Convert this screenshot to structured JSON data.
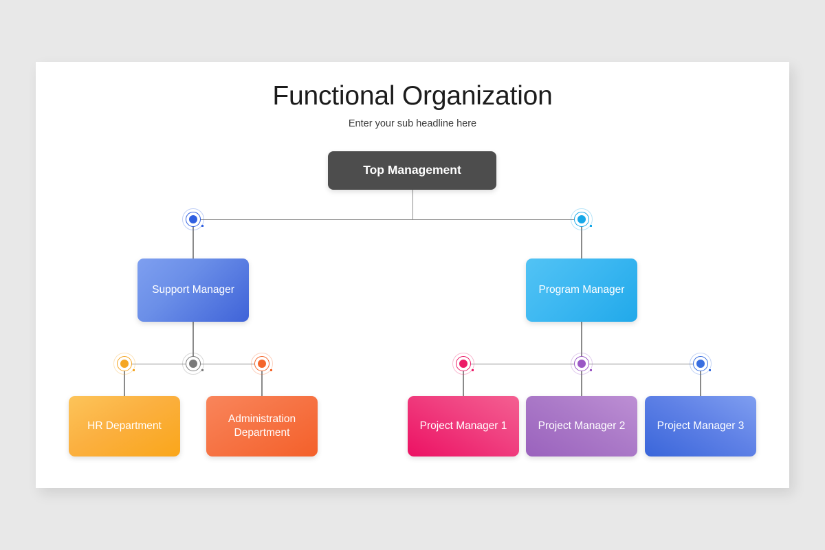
{
  "page": {
    "background_color": "#e8e8e8",
    "card_background": "#ffffff"
  },
  "header": {
    "title": "Functional Organization",
    "subtitle": "Enter your sub headline here"
  },
  "chart_data": {
    "type": "diagram",
    "diagram_type": "organization-chart",
    "title": "Functional Organization",
    "subtitle": "Enter your sub headline here",
    "levels": 3,
    "nodes": [
      {
        "id": "top-management",
        "label": "Top Management",
        "level": 0,
        "color": "#4d4d4d",
        "connector_color": "#4d4d4d",
        "parent": null
      },
      {
        "id": "support-manager",
        "label": "Support Manager",
        "level": 1,
        "color": "#3f63d8",
        "connector_color": "#2f5fe0",
        "parent": "top-management"
      },
      {
        "id": "program-manager",
        "label": "Program Manager",
        "level": 1,
        "color": "#21a9ea",
        "connector_color": "#17a8e8",
        "parent": "top-management"
      },
      {
        "id": "hr-department",
        "label": "HR Department",
        "level": 2,
        "color": "#faa61a",
        "connector_color": "#f5a623",
        "parent": "support-manager"
      },
      {
        "id": "administration-department",
        "label": "Administration Department",
        "level": 2,
        "color": "#f4602a",
        "connector_color": "#f4662b",
        "parent": "support-manager"
      },
      {
        "id": "project-manager-1",
        "label": "Project Manager 1",
        "level": 2,
        "color": "#ec1163",
        "connector_color": "#ec1b67",
        "parent": "program-manager"
      },
      {
        "id": "project-manager-2",
        "label": "Project Manager 2",
        "level": 2,
        "color": "#9a62bd",
        "connector_color": "#9b59c4",
        "parent": "program-manager"
      },
      {
        "id": "project-manager-3",
        "label": "Project Manager 3",
        "level": 2,
        "color": "#3a66da",
        "connector_color": "#3a6fe0",
        "parent": "program-manager"
      }
    ],
    "junction_nodes": [
      {
        "id": "junction-support",
        "color": "#7a7a7a",
        "connects": [
          "support-manager",
          "hr-department",
          "administration-department"
        ]
      },
      {
        "id": "junction-program",
        "color": "#9b59c4",
        "connects": [
          "program-manager",
          "project-manager-1",
          "project-manager-2",
          "project-manager-3"
        ]
      }
    ],
    "edges": [
      {
        "from": "top-management",
        "to": "support-manager"
      },
      {
        "from": "top-management",
        "to": "program-manager"
      },
      {
        "from": "support-manager",
        "to": "hr-department"
      },
      {
        "from": "support-manager",
        "to": "administration-department"
      },
      {
        "from": "program-manager",
        "to": "project-manager-1"
      },
      {
        "from": "program-manager",
        "to": "project-manager-2"
      },
      {
        "from": "program-manager",
        "to": "project-manager-3"
      }
    ],
    "line_color": "#8a8a8a"
  }
}
